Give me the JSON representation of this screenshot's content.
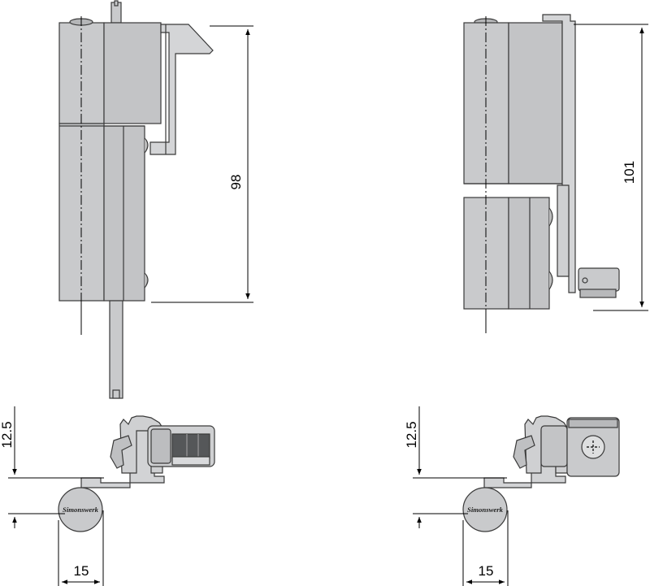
{
  "dimensions": {
    "height_left": "98",
    "height_right": "101",
    "offset_left": "12.5",
    "offset_right": "12.5",
    "width_left": "15",
    "width_right": "15"
  },
  "brand_logo": "Simonswerk",
  "colors": {
    "body": "#c9cacc",
    "body_dark": "#a9aaad",
    "outline": "#3a3a3a",
    "dark_insert": "#555759"
  }
}
